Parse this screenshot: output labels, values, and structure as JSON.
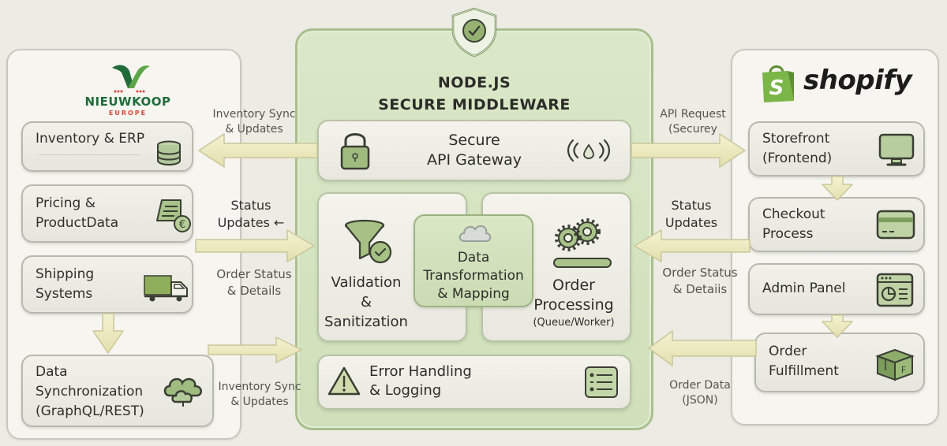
{
  "colors": {
    "background": "#ecebe4",
    "middleware_fill": "#d5e4c1",
    "middleware_border": "#a9bf8d",
    "arrow_fill": "#ecebbf",
    "arrow_stroke": "#c9c79a",
    "icon_green": "#8fae6c",
    "icon_dark": "#3a3f33",
    "nieuwkoop_green": "#1f6b3a",
    "nieuwkoop_red": "#d9473a",
    "shopify_green": "#7ab648"
  },
  "left": {
    "logo": {
      "name": "NIEUWKOOP",
      "sub": "EUROPE"
    },
    "cards": [
      {
        "label": "Inventory & ERP",
        "icon": "database-icon"
      },
      {
        "label": "Pricing &\nProductData",
        "icon": "price-tag-euro-icon"
      },
      {
        "label": "Shipping\nSystems",
        "icon": "truck-icon"
      },
      {
        "label": "Data\nSynchronization\n(GraphQL/REST)",
        "icon": "cloud-sync-icon"
      }
    ]
  },
  "middleware": {
    "title": "NODE.JS\nSECURE MIDDLEWARE",
    "badge_icon": "shield-check-icon",
    "gateway": {
      "label": "Secure\nAPI Gateway",
      "left_icon": "padlock-icon",
      "right_icon": "signal-icon"
    },
    "validation": {
      "label": "Validation\n&\nSanitization",
      "icon": "funnel-check-icon"
    },
    "transformation": {
      "label": "Data\nTransformation\n& Mapping",
      "icon": "cloud-icon"
    },
    "order_processing": {
      "label": "Order\nProcessing",
      "sub": "(Queue/Worker)",
      "icon": "gears-icon"
    },
    "error": {
      "label": "Error Handling\n& Logging",
      "left_icon": "warning-icon",
      "right_icon": "log-list-icon"
    }
  },
  "right": {
    "logo": {
      "name": "shopify"
    },
    "cards": [
      {
        "label": "Storefront\n(Frontend)",
        "icon": "monitor-icon"
      },
      {
        "label": "Checkout\nProcess",
        "icon": "credit-card-icon"
      },
      {
        "label": "Admin Panel",
        "icon": "dashboard-icon"
      },
      {
        "label": "Order\nFulfillment",
        "icon": "package-icon"
      }
    ]
  },
  "connectors": {
    "left_top": "Inventory Sync\n& Updates",
    "left_status": "Status\nUpdates ←",
    "left_order": "Order Status\n& Details",
    "left_bottom": "Inventory Sync\n& Updates",
    "right_top": "API Request\n(Securey",
    "right_status": "Status\nUpdates",
    "right_order": "Order Status\n& Detaiis",
    "right_bottom": "Order Data\n(JSON)"
  }
}
